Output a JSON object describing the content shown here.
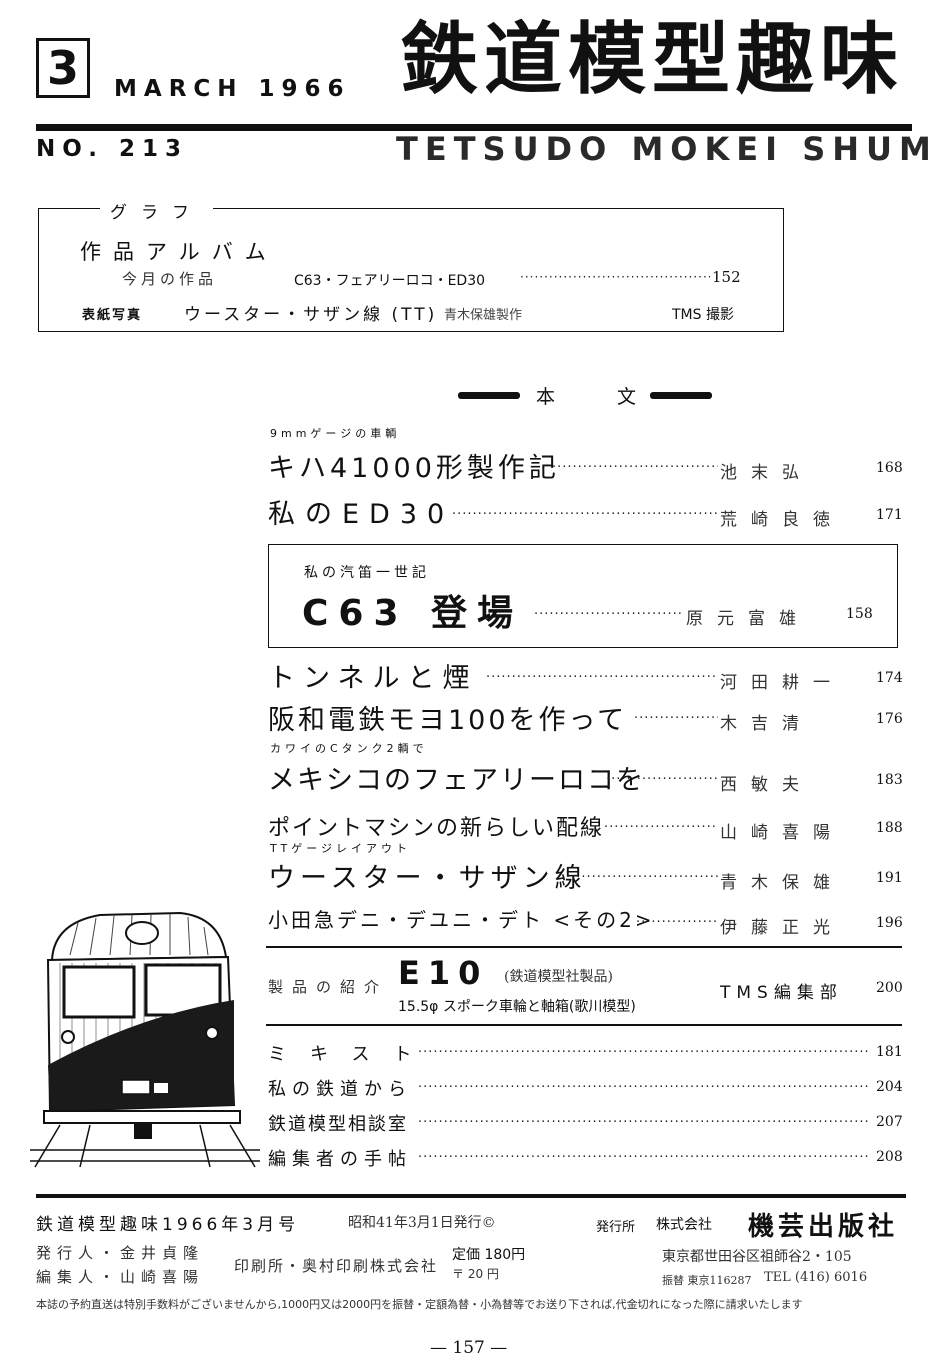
{
  "header": {
    "issue_number": "3",
    "date": "MARCH 1966",
    "title_jp": "鉄道模型趣味",
    "number": "NO. 213",
    "title_roman": "TETSUDO  MOKEI  SHUMI"
  },
  "graph": {
    "label": "グラフ",
    "subtitle": "作品アルバム",
    "row1_label": "今月の作品",
    "row1_item": "C63・フェアリーロコ・ED30",
    "row1_page": "152",
    "row2_label": "表紙写真",
    "row2_item": "ウースター・サザン線 (TT)",
    "row2_author": "青木保雄製作",
    "row2_credit": "TMS 撮影"
  },
  "honbun_label": "本文",
  "toc": [
    {
      "kicker": "9mmゲージの車輌",
      "title": "キハ41000形製作記",
      "author": "池末弘",
      "page": "168"
    },
    {
      "kicker": "",
      "title": "私のED30",
      "author": "荒崎良徳",
      "page": "171"
    },
    {
      "kicker": "私の汽笛一世記",
      "title": "C63 登場",
      "author": "原元富雄",
      "page": "158"
    },
    {
      "kicker": "",
      "title": "トンネルと煙",
      "author": "河田耕一",
      "page": "174"
    },
    {
      "kicker": "",
      "title": "阪和電鉄モヨ100を作って",
      "author": "木吉清",
      "page": "176"
    },
    {
      "kicker": "カワイのCタンク2輌で",
      "title": "メキシコのフェアリーロコを",
      "author": "西敏夫",
      "page": "183"
    },
    {
      "kicker": "",
      "title": "ポイントマシンの新らしい配線",
      "author": "山崎喜陽",
      "page": "188"
    },
    {
      "kicker": "TTゲージレイアウト",
      "title": "ウースター・サザン線",
      "author": "青木保雄",
      "page": "191"
    },
    {
      "kicker": "",
      "title": "小田急デニ・デユニ・デト <その2>",
      "author": "伊藤正光",
      "page": "196"
    }
  ],
  "product": {
    "label": "製品の紹介",
    "name": "E10",
    "maker": "(鉄道模型社製品)",
    "sub": "15.5φ スポーク車輪と軸箱(歌川模型)",
    "author": "TMS編集部",
    "page": "200"
  },
  "misc": [
    {
      "title": "ミキスト",
      "page": "181"
    },
    {
      "title": "私の鉄道から",
      "page": "204"
    },
    {
      "title": "鉄道模型相談室",
      "page": "207"
    },
    {
      "title": "編集者の手帖",
      "page": "208"
    }
  ],
  "footer": {
    "line": "鉄道模型趣味1966年3月号",
    "date": "昭和41年3月1日発行©",
    "pub_label": "発行所",
    "pub_co": "株式会社",
    "pub_name": "機芸出版社",
    "publisher": "発行人・金井貞隆",
    "editor": "編集人・山崎喜陽",
    "printer": "印刷所・奥村印刷株式会社",
    "price": "定価 180円",
    "tax": "〒 20 円",
    "address": "東京都世田谷区祖師谷2・105",
    "transfer": "振替 東京116287",
    "tel": "TEL (416) 6016",
    "note": "本誌の予約直送は特別手数料がございませんから,1000円又は2000円を振替・定額為替・小為替等でお送り下されば,代金切れになった際に請求いたします"
  },
  "page_number": "— 157 —"
}
